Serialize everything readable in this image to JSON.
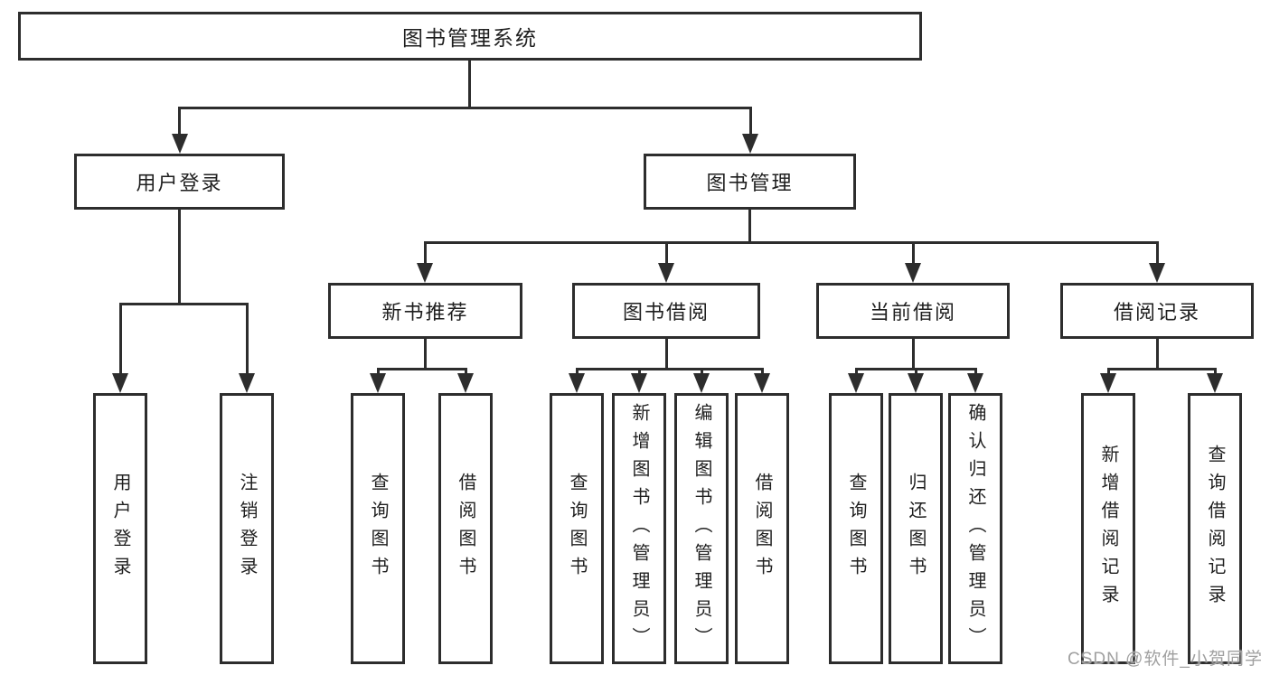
{
  "diagram": {
    "root": {
      "label": "图书管理系统"
    },
    "user_branch": {
      "label": "用户登录",
      "leaves": [
        {
          "label": "用户登录"
        },
        {
          "label": "注销登录"
        }
      ]
    },
    "mgmt_branch": {
      "label": "图书管理",
      "groups": [
        {
          "label": "新书推荐",
          "leaves": [
            {
              "label": "查询图书"
            },
            {
              "label": "借阅图书"
            }
          ]
        },
        {
          "label": "图书借阅",
          "leaves": [
            {
              "label": "查询图书"
            },
            {
              "label": "新增图书（管理员）"
            },
            {
              "label": "编辑图书（管理员）"
            },
            {
              "label": "借阅图书"
            }
          ]
        },
        {
          "label": "当前借阅",
          "leaves": [
            {
              "label": "查询图书"
            },
            {
              "label": "归还图书"
            },
            {
              "label": "确认归还（管理员）"
            }
          ]
        },
        {
          "label": "借阅记录",
          "leaves": [
            {
              "label": "新增借阅记录"
            },
            {
              "label": "查询借阅记录"
            }
          ]
        }
      ]
    }
  },
  "watermark": {
    "text": "CSDN @软件_小贺同学"
  },
  "colors": {
    "line": "#2d2d2d",
    "text": "#1f1f1f",
    "watermark": "#a0a0a0",
    "background": "#ffffff"
  }
}
